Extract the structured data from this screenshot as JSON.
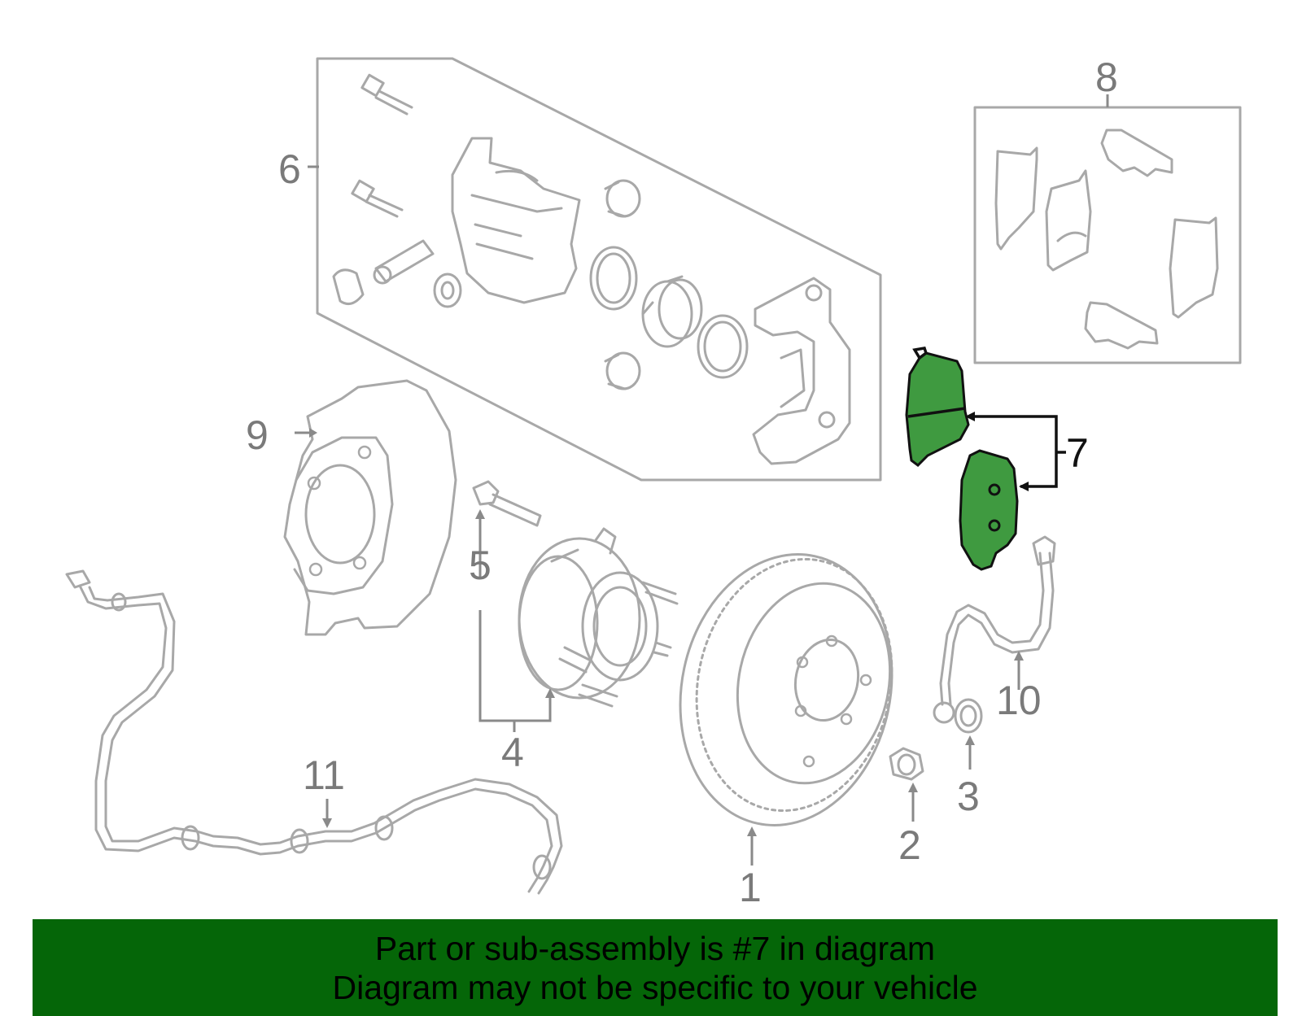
{
  "colors": {
    "banner_bg": "#056608",
    "highlight_fill": "#3f9a40",
    "part_stroke": "#a8a8a8",
    "callout_text": "#7a7a7a",
    "highlight_text": "#111111"
  },
  "callouts": {
    "c1": "1",
    "c2": "2",
    "c3": "3",
    "c4": "4",
    "c5": "5",
    "c6": "6",
    "c7": "7",
    "c8": "8",
    "c9": "9",
    "c10": "10",
    "c11": "11"
  },
  "highlighted_part": "7",
  "banner": {
    "line1": "Part or sub-assembly is #7 in diagram",
    "line2": "Diagram may not be specific to your vehicle"
  }
}
